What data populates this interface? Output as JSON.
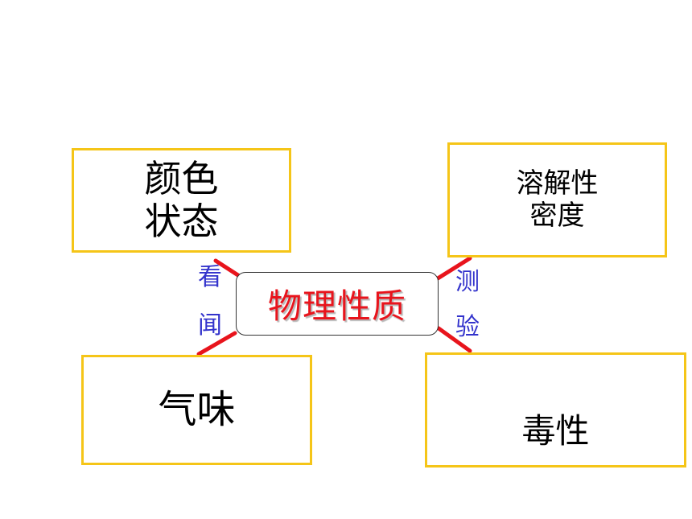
{
  "diagram": {
    "center": {
      "label": "物理性质",
      "color": "#e8141c"
    },
    "nodes": [
      {
        "id": "appearance",
        "lines": [
          "颜色",
          "状态"
        ]
      },
      {
        "id": "solubility",
        "lines": [
          "溶解性",
          "密度"
        ]
      },
      {
        "id": "smell",
        "lines": [
          "气味"
        ]
      },
      {
        "id": "toxicity",
        "lines": [
          "毒性"
        ]
      }
    ],
    "verbs": {
      "look": "看",
      "smell": "闻",
      "measure": "测",
      "test": "验"
    },
    "colors": {
      "box_border": "#f5c518",
      "connector": "#e8141c",
      "verb_text": "#3333cc"
    }
  }
}
